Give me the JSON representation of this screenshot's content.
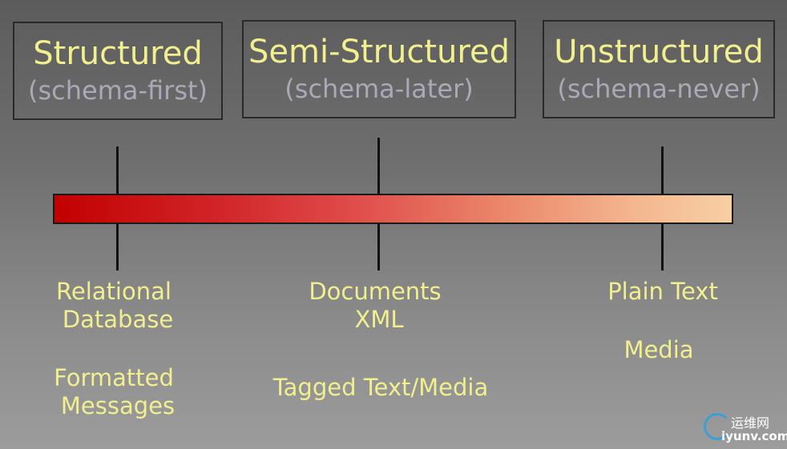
{
  "categories": [
    {
      "title": "Structured",
      "subtitle": "(schema-first)"
    },
    {
      "title": "Semi-Structured",
      "subtitle": "(schema-later)"
    },
    {
      "title": "Unstructured",
      "subtitle": "(schema-never)"
    }
  ],
  "examples": {
    "structured": [
      "Relational",
      "Database",
      "Formatted",
      "Messages"
    ],
    "semi": [
      "Documents",
      "XML",
      "Tagged Text/Media"
    ],
    "unstructured": [
      "Plain Text",
      "Media"
    ]
  },
  "colors": {
    "bar_start": "#c20000",
    "bar_end": "#f8cfa4",
    "text_accent": "#f2ef8f",
    "subtitle": "#a9a9b8"
  },
  "watermark": {
    "cn": "运维网",
    "url": "iyunv.com"
  }
}
